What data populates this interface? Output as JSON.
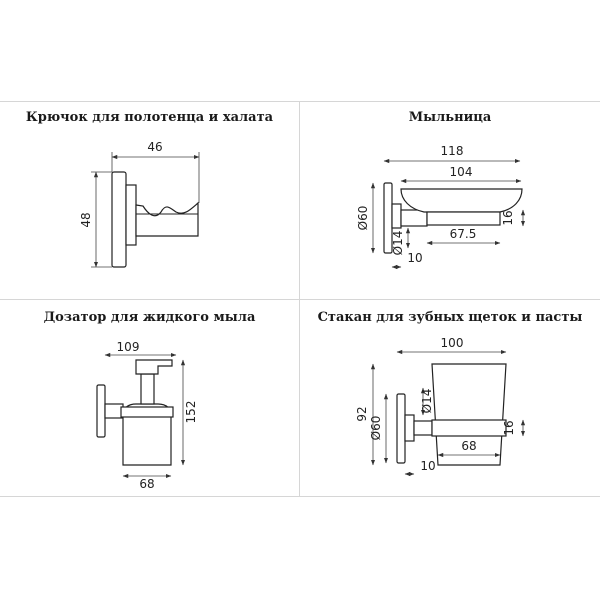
{
  "panels": [
    {
      "title": "Крючок для полотенца и халата",
      "dims": {
        "width": "46",
        "height": "48"
      }
    },
    {
      "title": "Мыльница",
      "dims": {
        "total": "118",
        "dish": "104",
        "inner": "67.5",
        "diameter": "Ø60",
        "depth": "16",
        "stem": "Ø14",
        "offset": "10"
      }
    },
    {
      "title": "Дозатор для жидкого мыла",
      "dims": {
        "depth": "109",
        "height": "152",
        "width": "68"
      }
    },
    {
      "title": "Стакан для зубных щеток и пасты",
      "dims": {
        "total": "100",
        "height": "92",
        "diameter": "Ø60",
        "stem": "Ø14",
        "band": "16",
        "inner": "68",
        "offset": "10"
      }
    }
  ]
}
